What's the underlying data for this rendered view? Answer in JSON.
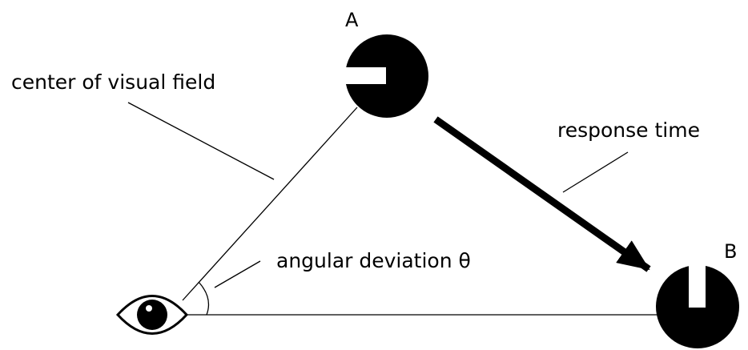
{
  "labels": {
    "point_a": "A",
    "point_b": "B",
    "center_of_visual_field": "center of visual field",
    "response_time": "response time",
    "angular_deviation": "angular deviation θ"
  },
  "icons": {
    "eye": "eye-icon",
    "landolt_ring_a": "landolt-c-gap-left",
    "landolt_ring_b": "landolt-c-gap-top"
  },
  "colors": {
    "stroke": "#000000",
    "fill": "#000000",
    "background": "#ffffff"
  }
}
